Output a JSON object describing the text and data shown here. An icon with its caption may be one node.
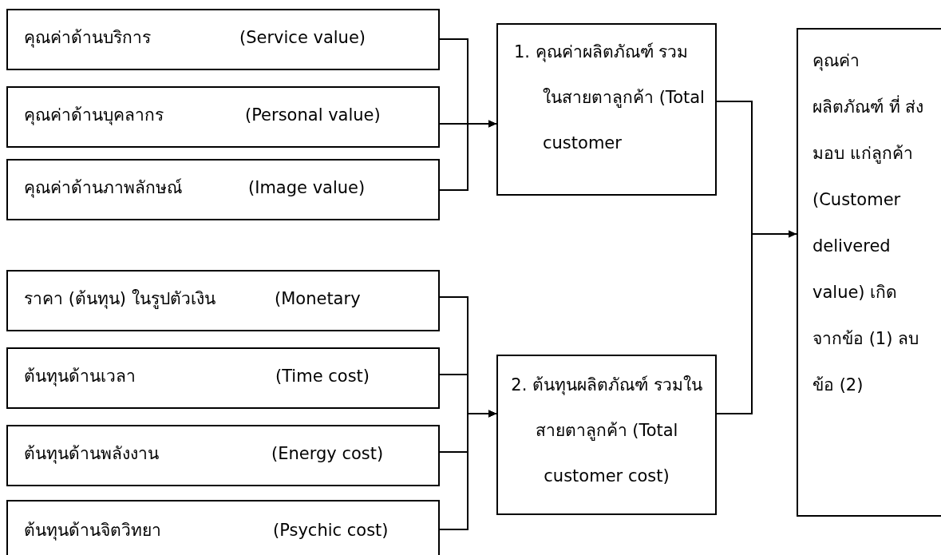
{
  "diagram": {
    "nodes": [
      {
        "text": [
          "คุณค่าด้านบริการ",
          "(Service value)"
        ]
      },
      {
        "text": [
          "คุณค่าด้านบุคลากร",
          "(Personal value)"
        ]
      },
      {
        "text": [
          "คุณค่าด้านภาพลักษณ์",
          "(Image value)"
        ]
      },
      {
        "text": [
          "ราคา (ต้นทุน) ในรูปตัวเงิน",
          "(Monetary"
        ]
      },
      {
        "text": [
          "ต้นทุนด้านเวลา",
          "(Time cost)"
        ]
      },
      {
        "text": [
          "ต้นทุนด้านพลังงาน",
          "(Energy cost)"
        ]
      },
      {
        "text": [
          "ต้นทุนด้านจิตวิทยา",
          "(Psychic cost)"
        ]
      },
      {
        "text": [
          "1. คุณค่าผลิตภัณฑ์ รวมในสายตาลูกค้า (Total customer"
        ]
      },
      {
        "text": [
          "2. ต้นทุนผลิตภัณฑ์ รวมในสายตาลูกค้า (Total customer cost)"
        ]
      },
      {
        "text": [
          "คุณค่า ผลิตภัณฑ์ ที่ ส่งมอบ แก่ลูกค้า (Customer delivered value) เกิด จากข้อ (1) ลบข้อ (2)"
        ]
      }
    ],
    "edges": [
      {
        "from": 0,
        "to": 7,
        "arrow": "to"
      },
      {
        "from": 1,
        "to": 7,
        "arrow": "to"
      },
      {
        "from": 2,
        "to": 7,
        "arrow": "to"
      },
      {
        "from": 3,
        "to": 8,
        "arrow": "to"
      },
      {
        "from": 4,
        "to": 8,
        "arrow": "to"
      },
      {
        "from": 5,
        "to": 8,
        "arrow": "to"
      },
      {
        "from": 6,
        "to": 8,
        "arrow": "to"
      },
      {
        "from": 7,
        "to": 9,
        "arrow": "to"
      },
      {
        "from": 8,
        "to": 9,
        "arrow": "to"
      }
    ]
  }
}
